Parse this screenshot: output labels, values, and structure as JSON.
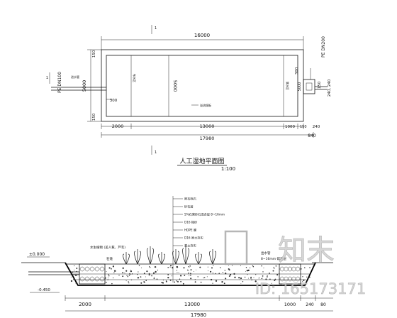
{
  "plan": {
    "dims": {
      "total_width": "16000",
      "height": "5000",
      "left_a": "150",
      "left_b": "300",
      "bottom_w1": "2000",
      "bottom_w2": "13000",
      "bottom_w3": "1000",
      "bottom_w4": "150",
      "bottom_w5": "240",
      "overall": "17980",
      "right_840": "840",
      "right_300": "300",
      "right_240": "240, 240",
      "right_150": "150"
    },
    "pipes": {
      "inlet": "PE DN100",
      "outlet": "PE DN200"
    },
    "section_marks": [
      "1",
      "1"
    ],
    "labels": [
      "布水区",
      "集水区",
      "溢流堰板"
    ],
    "title": "人工湿地平面图",
    "scale": "1:100"
  },
  "section": {
    "layers": [
      "卵石砾石",
      "砂石层",
      "5%石膏砂石混合层 8~16mm",
      "D16 粗砂",
      "HDPE 膜",
      "D16 原土夯实",
      "素土夯实"
    ],
    "left_labels": [
      "水生植物 (美人蕉、芦苇)",
      "石笼"
    ],
    "right_labels": [
      "出水管",
      "8~16mm 碎石层"
    ],
    "elevations": [
      "±0.000",
      "-0.450"
    ],
    "dims": [
      "2000",
      "13000",
      "1000",
      "240",
      "80",
      "17980"
    ]
  },
  "watermark": {
    "brand": "知末",
    "id": "ID: 165173171"
  }
}
